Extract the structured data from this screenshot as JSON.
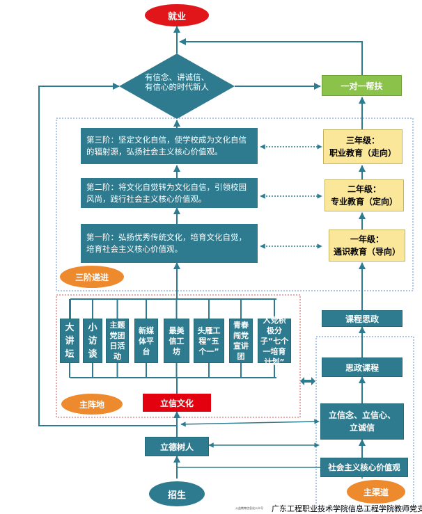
{
  "top": {
    "employment": "就业"
  },
  "diamond": {
    "text": "有信念、讲诚信、有信心的时代新人"
  },
  "right_column": {
    "one_on_one": "一对一帮扶",
    "year3": {
      "line1": "三年级：",
      "line2": "职业教育（走向）"
    },
    "year2": {
      "line1": "二年级：",
      "line2": "专业教育（定向）"
    },
    "year1": {
      "line1": "一年级：",
      "line2": "通识教育（导向）"
    },
    "course_ideology": "课程思政",
    "ideology_course": "思政课程",
    "three_beliefs": "立信念、立信心、立诚信",
    "core_values": "社会主义核心价值观",
    "main_channel": "主渠道"
  },
  "stages": {
    "stage3": "第三阶：坚定文化自信，使学校成为文化自信的辐射源，弘扬社会主义核心价值观。",
    "stage2": "第二阶：将文化自觉转为文化自信，引领校园风尚，践行社会主义核心价值观。",
    "stage1": "第一阶：弘扬优秀传统文化，培育文化自觉，培育社会主义核心价值观。",
    "progressive_label": "三阶递进"
  },
  "main_position": {
    "items": [
      "大讲坛",
      "小访谈",
      "主题党团日活动",
      "新媒体平台",
      "最美信工坊",
      "头雁工程“五个一”",
      "青春闯党宣讲团",
      "入党积极分子“七个一培育计划”"
    ],
    "label": "主阵地",
    "culture": "立信文化"
  },
  "bottom": {
    "moral_education": "立德树人",
    "enrollment": "招生"
  },
  "footer": {
    "org": "广东工程职业技术学院信息工程学院教师党支部",
    "seal": "公益教育信息化公众号"
  },
  "colors": {
    "teal": "#2e7b8f",
    "yellow": "#fbe79a",
    "green": "#8bc34a",
    "red": "#e3000f",
    "orange": "#ee8a2e",
    "arrow": "#2e7b8f"
  }
}
